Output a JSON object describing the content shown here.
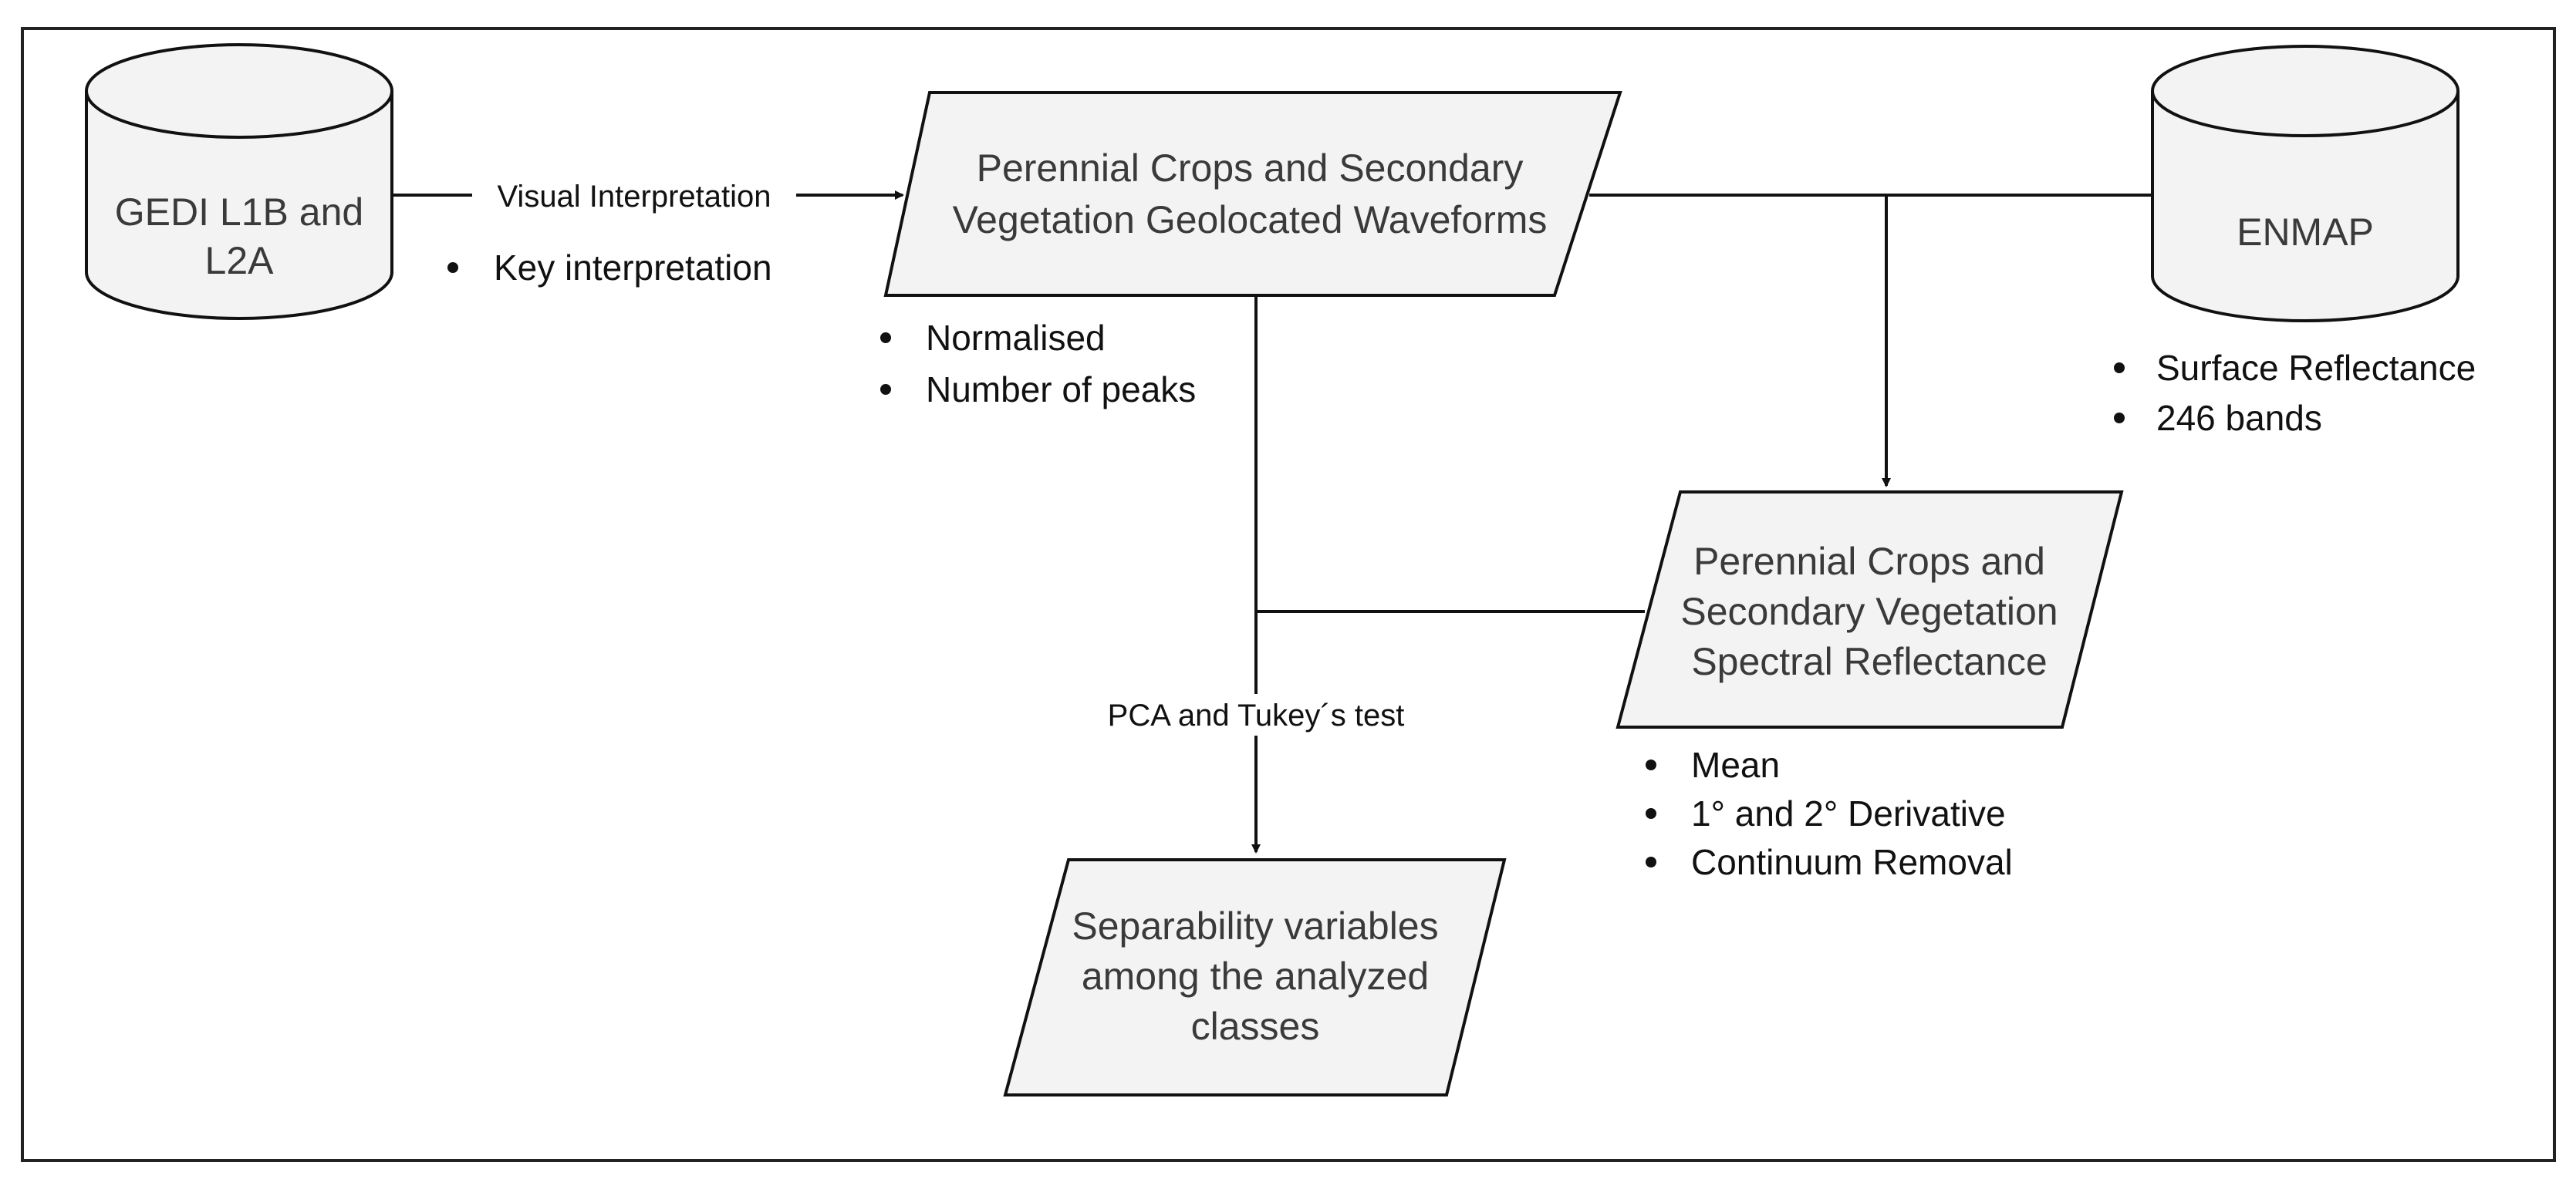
{
  "diagram": {
    "nodes": {
      "gedi": {
        "line1": "GEDI L1B and",
        "line2": "L2A"
      },
      "waveforms": {
        "line1": "Perennial Crops and Secondary",
        "line2": "Vegetation Geolocated Waveforms"
      },
      "enmap": {
        "label": "ENMAP"
      },
      "spectral": {
        "line1": "Perennial Crops and",
        "line2": "Secondary Vegetation",
        "line3": "Spectral Reflectance"
      },
      "separability": {
        "line1": "Separability variables",
        "line2": "among the analyzed",
        "line3": "classes"
      }
    },
    "edge_labels": {
      "visual_interpretation": "Visual Interpretation",
      "pca_tukey": "PCA and Tukey´s test"
    },
    "bullets": {
      "gedi": [
        "Key interpretation"
      ],
      "waveforms": [
        "Normalised",
        "Number of peaks"
      ],
      "enmap": [
        "Surface Reflectance",
        "246 bands"
      ],
      "spectral": [
        "Mean",
        "1° and 2° Derivative",
        "Continuum Removal"
      ]
    },
    "colors": {
      "shape_fill": "#f3f3f3",
      "stroke": "#111111",
      "node_text": "#3a3a3a"
    }
  }
}
